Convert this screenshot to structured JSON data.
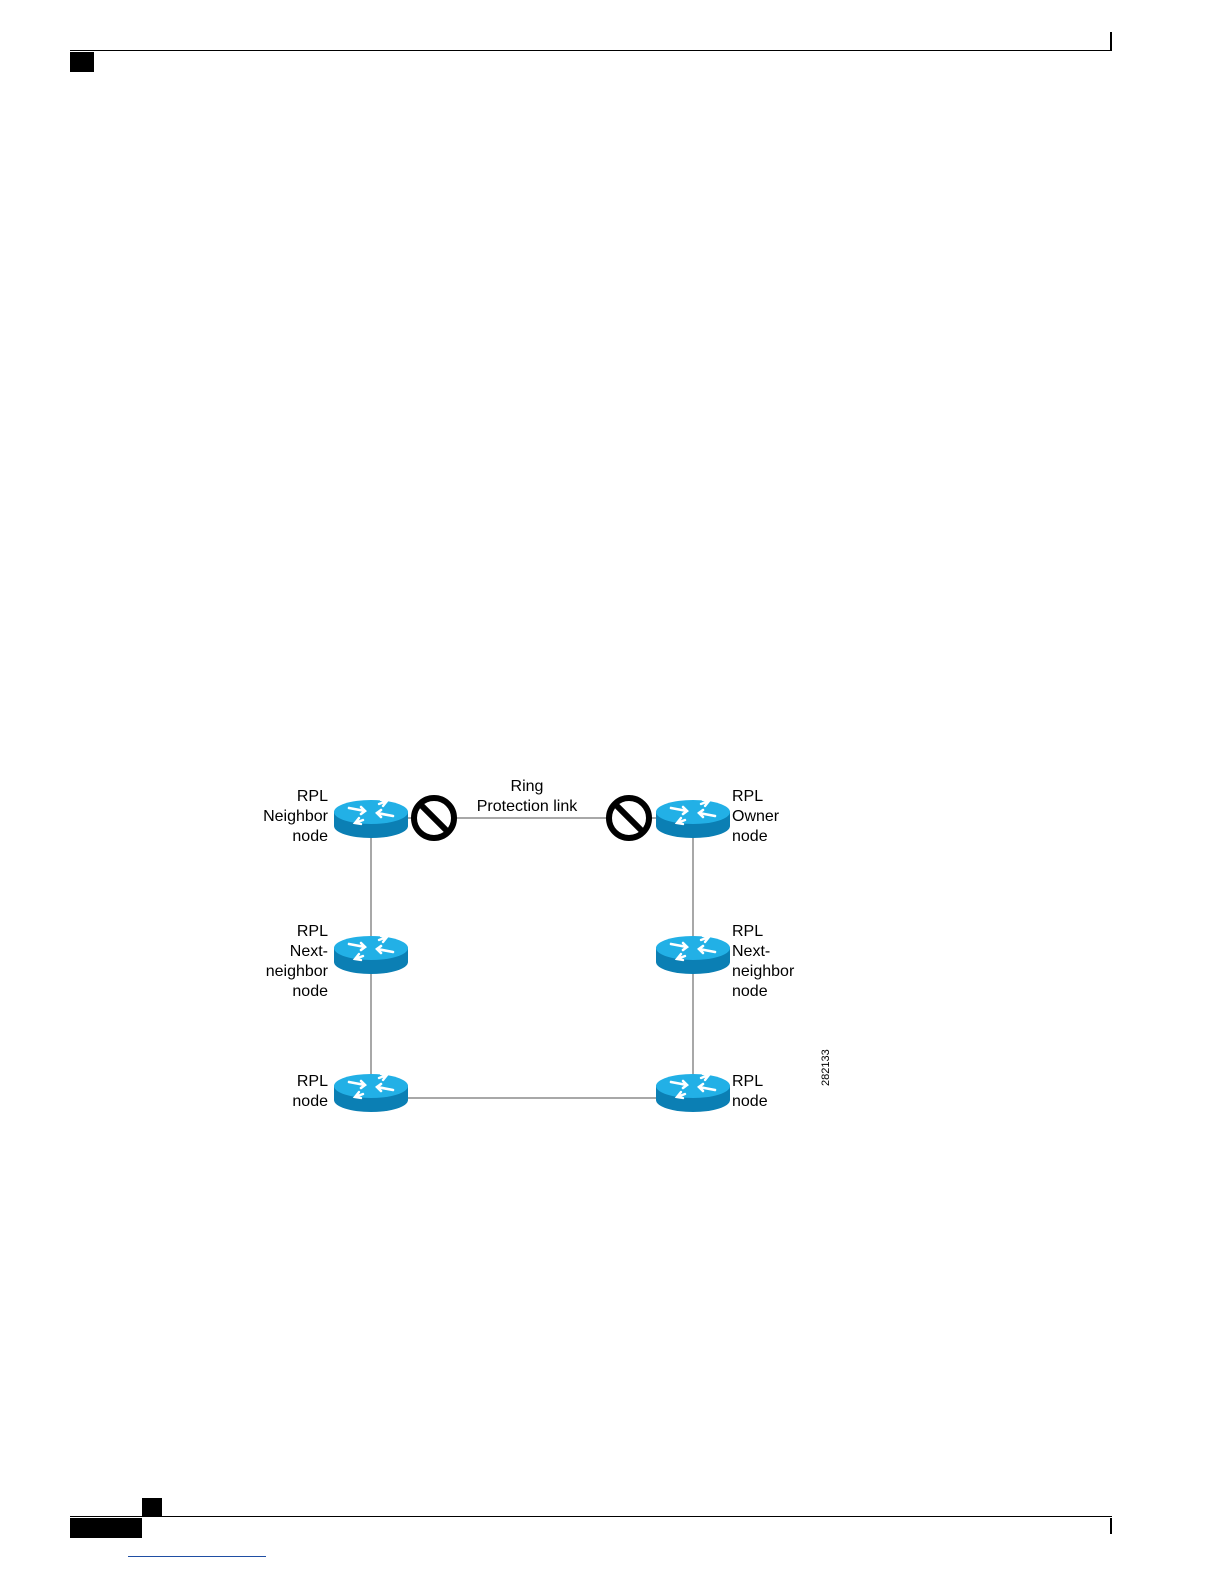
{
  "diagram": {
    "top_link_label": "Ring\nProtection link",
    "figure_id": "282133",
    "nodes": [
      {
        "id": "neighbor",
        "label": "RPL\nNeighbor\nnode"
      },
      {
        "id": "owner",
        "label": "RPL\nOwner\nnode"
      },
      {
        "id": "next-neighbor-left",
        "label": "RPL\nNext-\nneighbor\nnode"
      },
      {
        "id": "next-neighbor-right",
        "label": "RPL\nNext-\nneighbor\nnode"
      },
      {
        "id": "rpl-left",
        "label": "RPL\nnode"
      },
      {
        "id": "rpl-right",
        "label": "RPL\nnode"
      }
    ],
    "colors": {
      "router": "#1aa0d8",
      "router_dark": "#0b7fb4",
      "link": "#8c8c8c",
      "block": "#000000"
    },
    "icons": [
      "router-icon",
      "blocked-port-icon"
    ]
  }
}
